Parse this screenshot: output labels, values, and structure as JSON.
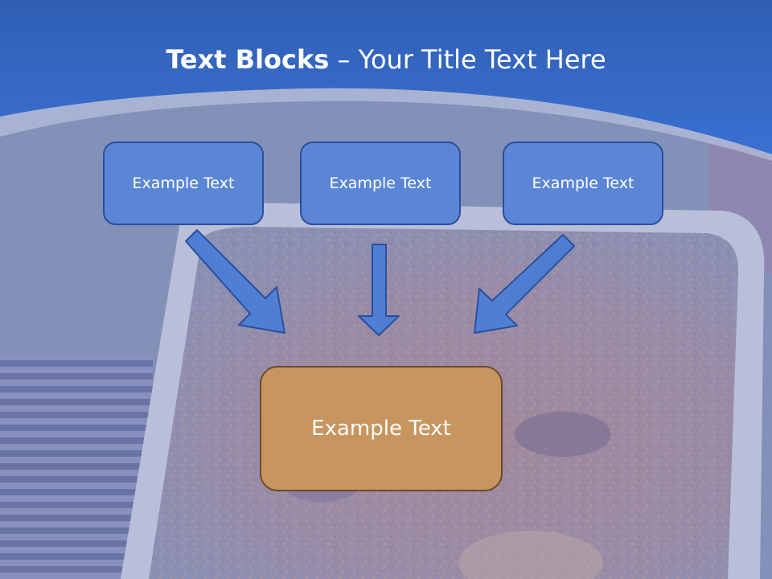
{
  "slide": {
    "title_bold": "Text Blocks",
    "title_sep": " – ",
    "title_rest": "Your Title Text Here",
    "blocks": [
      "Example Text",
      "Example Text",
      "Example Text"
    ],
    "center_block": "Example Text"
  },
  "colors": {
    "header_blue": "#3b6fd0",
    "block_fill": "#5b86d6",
    "block_border": "#2b4f9c",
    "center_fill": "#c8955f",
    "center_border": "#6a4a2a",
    "arrow_fill": "#4f7fd4"
  },
  "icons": {
    "arrow_left": "down-right-arrow-icon",
    "arrow_center": "down-arrow-icon",
    "arrow_right": "down-left-arrow-icon"
  }
}
